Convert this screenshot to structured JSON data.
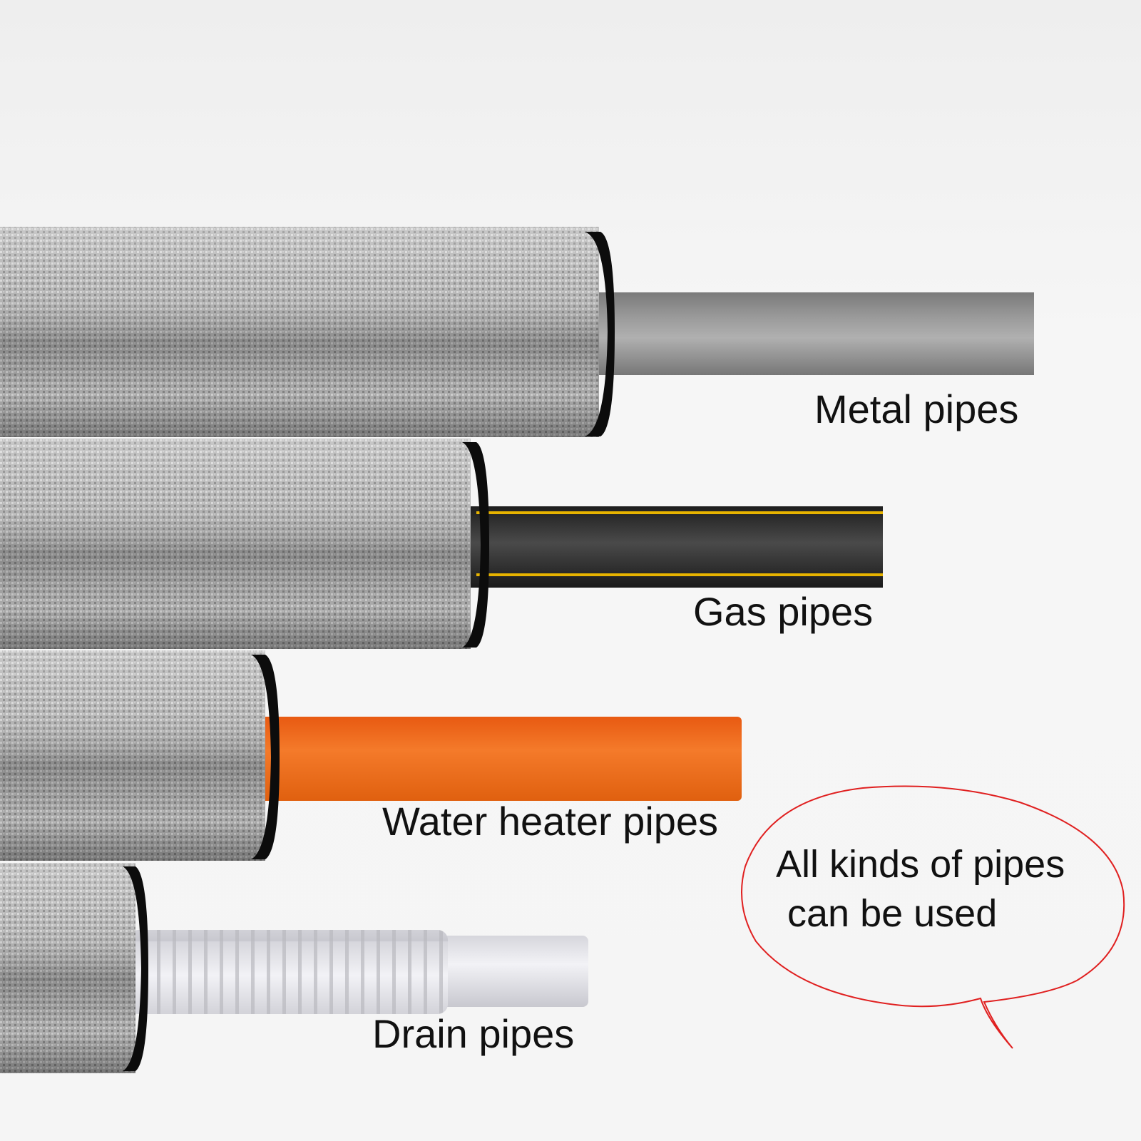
{
  "labels": {
    "metal": "Metal pipes",
    "gas": "Gas pipes",
    "water_heater": "Water heater pipes",
    "drain": "Drain pipes"
  },
  "bubble": {
    "line1": "All kinds of pipes",
    "line2": "can be used"
  },
  "colors": {
    "background": "#f4f4f4",
    "foil": "#b8b8b8",
    "foam_end": "#0c0c0c",
    "metal_pipe": "#8f8f8f",
    "gas_pipe": "#2e2e2e",
    "gas_stripe": "#e8b400",
    "water_heater_pipe": "#f0691a",
    "drain_pipe": "#e2e2e6",
    "bubble_outline": "#e02020"
  }
}
